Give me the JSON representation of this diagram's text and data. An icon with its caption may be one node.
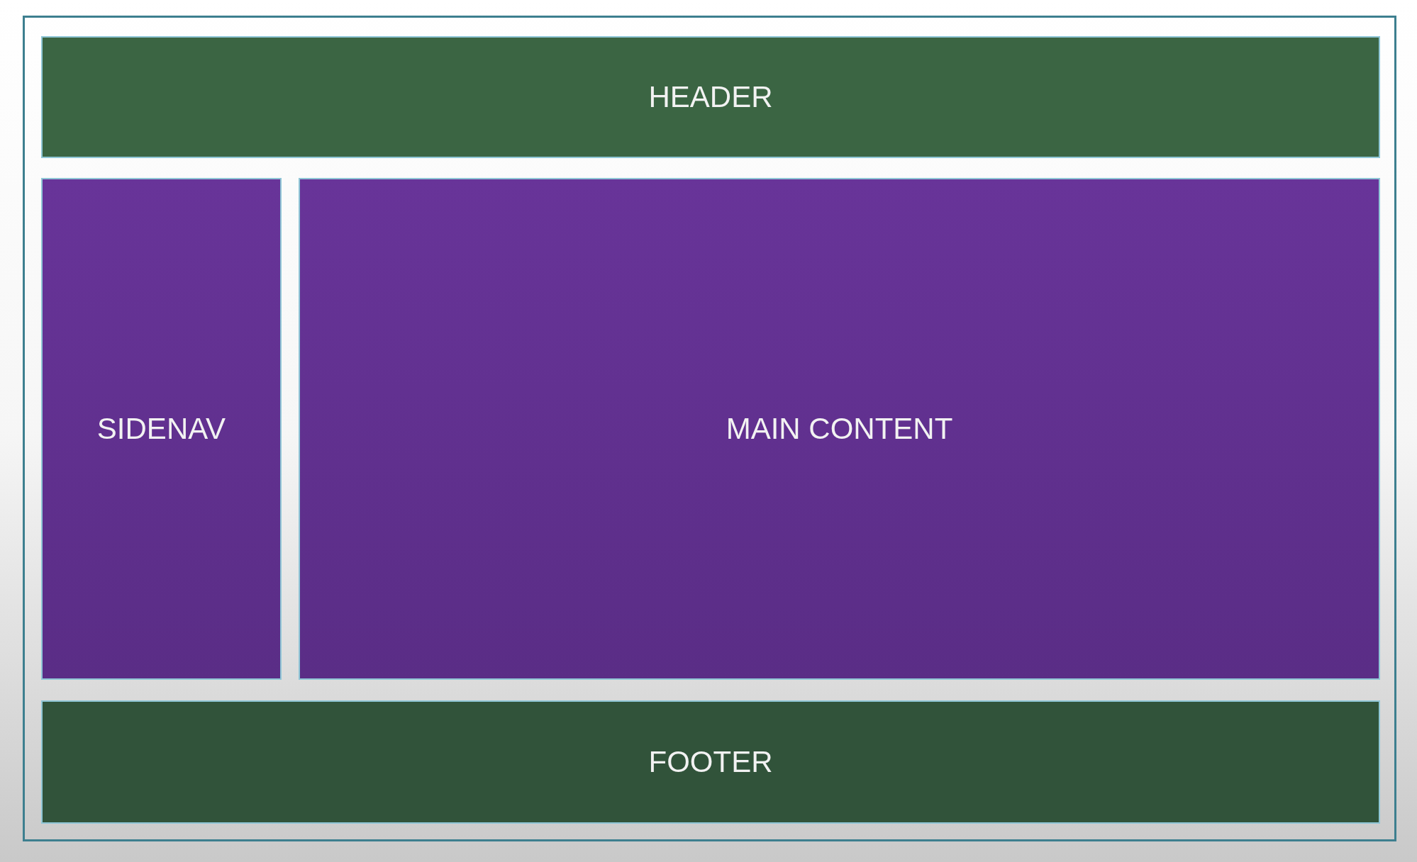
{
  "diagram": {
    "nodes": [
      {
        "text": [],
        "shape": "box"
      },
      {
        "text": [
          "HEADER"
        ],
        "in": 0
      },
      {
        "text": [
          "SIDENAV"
        ],
        "in": 0
      },
      {
        "text": [
          "MAIN CONTENT"
        ],
        "in": 0
      },
      {
        "text": [
          "FOOTER"
        ],
        "in": 0
      }
    ]
  }
}
